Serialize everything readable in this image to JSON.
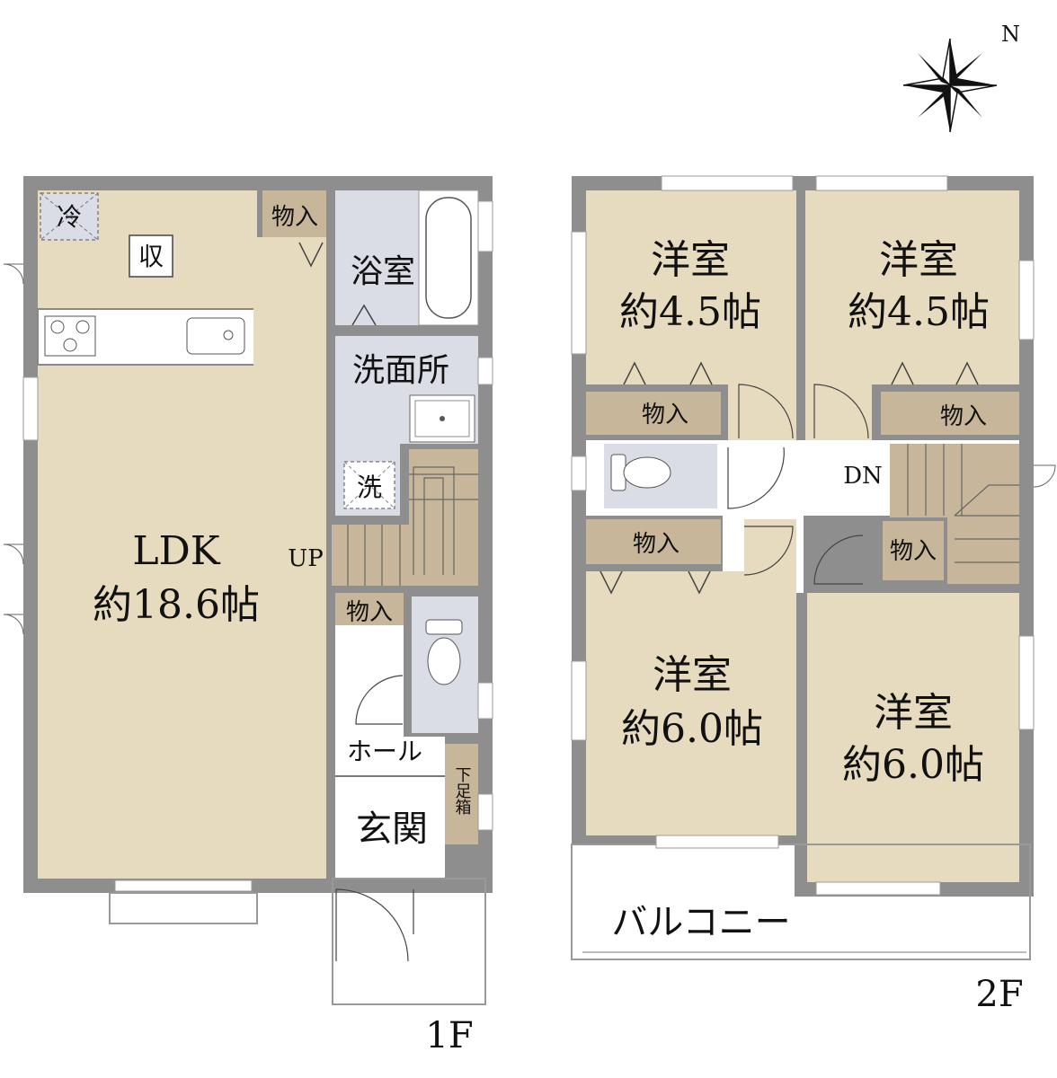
{
  "floor1": {
    "floor_label": "1F",
    "ldk": {
      "name": "LDK",
      "size": "約18.6帖"
    },
    "refrigerator": "冷",
    "storage": "収",
    "closet_kitchen": "物入",
    "bathroom": "浴室",
    "washroom": "洗面所",
    "washer": "洗",
    "stairs_up": "UP",
    "closet_hall": "物入",
    "hall": "ホール",
    "entrance": "玄関",
    "shoe_box": "下足箱"
  },
  "floor2": {
    "floor_label": "2F",
    "room_nw": {
      "name": "洋室",
      "size": "約4.5帖"
    },
    "room_ne": {
      "name": "洋室",
      "size": "約4.5帖"
    },
    "room_sw": {
      "name": "洋室",
      "size": "約6.0帖"
    },
    "room_se": {
      "name": "洋室",
      "size": "約6.0帖"
    },
    "closet_nw": "物入",
    "closet_ne": "物入",
    "closet_mid": "物入",
    "closet_stair": "物入",
    "stairs_down": "DN",
    "balcony": "バルコニー"
  },
  "compass": {
    "north_label": "N"
  },
  "colors": {
    "wall": "#8e8e8e",
    "room_floor": "#e6dbbe",
    "closet": "#c7b69a",
    "wet_area": "#dadde6",
    "stair": "#c7b69a"
  }
}
